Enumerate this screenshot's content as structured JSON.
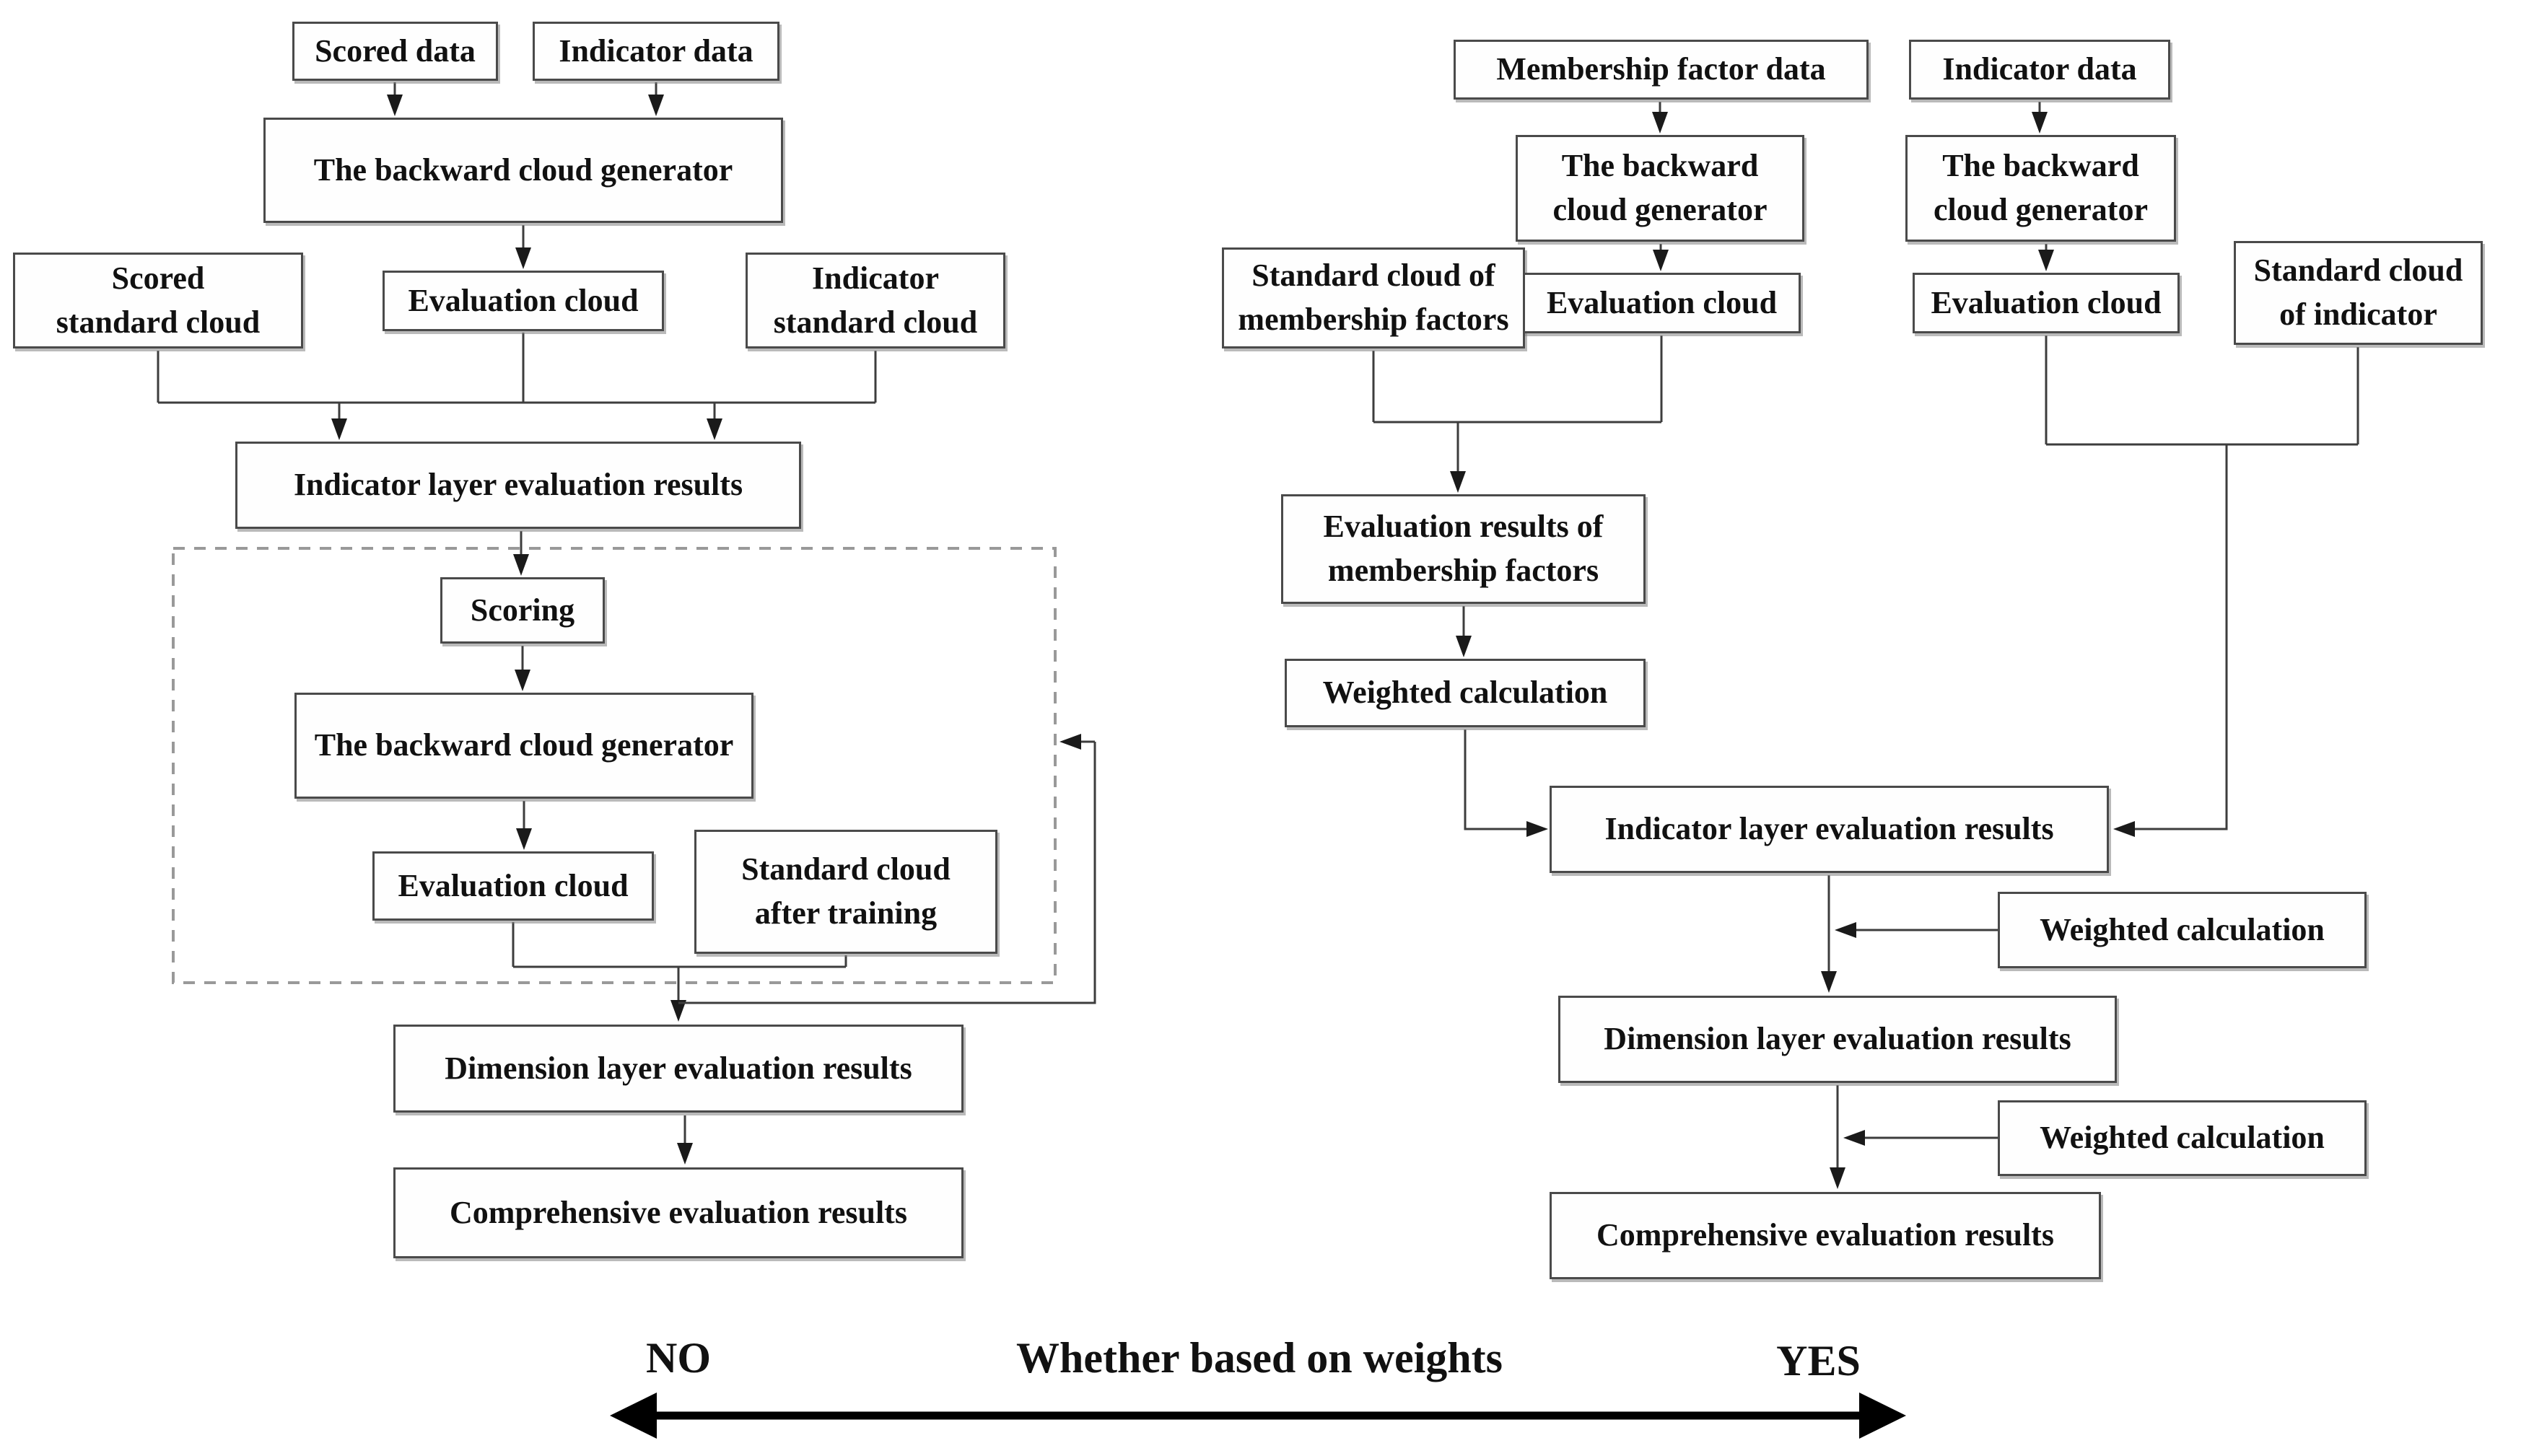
{
  "diagram": {
    "left": {
      "nodes": {
        "scored_data": "Scored data",
        "indicator_data": "Indicator data",
        "backward_cloud_generator_1": "The backward cloud generator",
        "scored_standard_cloud": "Scored\nstandard cloud",
        "evaluation_cloud_1": "Evaluation cloud",
        "indicator_standard_cloud": "Indicator\nstandard cloud",
        "indicator_layer_results": "Indicator layer evaluation results",
        "scoring": "Scoring",
        "backward_cloud_generator_2": "The backward cloud generator",
        "evaluation_cloud_2": "Evaluation cloud",
        "standard_cloud_after_training": "Standard cloud\nafter training",
        "dimension_layer_results": "Dimension layer evaluation results",
        "comprehensive_results": "Comprehensive evaluation results"
      }
    },
    "right": {
      "nodes": {
        "membership_factor_data": "Membership factor data",
        "indicator_data": "Indicator data",
        "backward_cloud_generator_1": "The backward\ncloud generator",
        "backward_cloud_generator_2": "The backward\ncloud generator",
        "standard_cloud_membership": "Standard cloud of\nmembership factors",
        "evaluation_cloud_1": "Evaluation cloud",
        "evaluation_cloud_2": "Evaluation cloud",
        "standard_cloud_indicator": "Standard cloud\nof indicator",
        "evaluation_results_membership": "Evaluation results of\nmembership factors",
        "weighted_calculation_1": "Weighted calculation",
        "indicator_layer_results": "Indicator layer evaluation results",
        "weighted_calculation_2": "Weighted calculation",
        "dimension_layer_results": "Dimension layer evaluation results",
        "weighted_calculation_3": "Weighted calculation",
        "comprehensive_results": "Comprehensive evaluation results"
      }
    },
    "axis": {
      "no_label": "NO",
      "question": "Whether based on weights",
      "yes_label": "YES"
    },
    "colors": {
      "background": "#ffffff",
      "text": "#111111",
      "box_border": "#4a4a4a",
      "connector": "#3d3d3d",
      "dashed_border": "#999999",
      "axis_arrow": "#000000"
    }
  }
}
